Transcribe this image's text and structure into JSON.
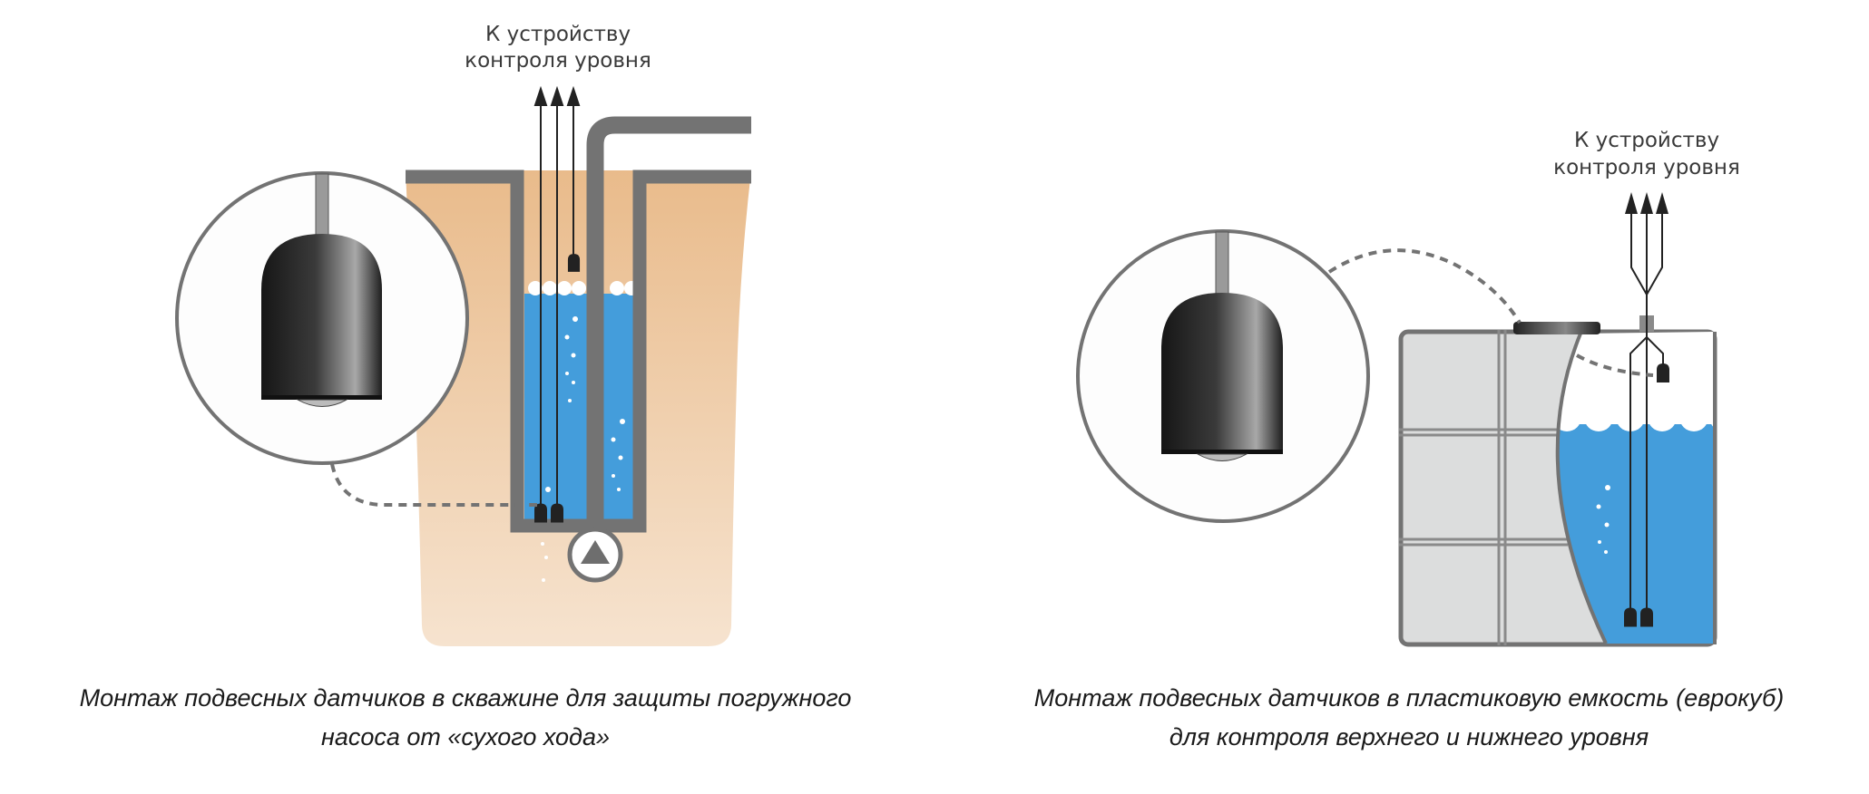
{
  "left_diagram": {
    "label_line1": "К устройству",
    "label_line2": "контроля уровня",
    "caption_line1": "Монтаж подвесных датчиков в скважине для защиты погружного",
    "caption_line2": "насоса от «сухого хода»"
  },
  "right_diagram": {
    "label_line1": "К устройству",
    "label_line2": "контроля уровня",
    "caption_line1": "Монтаж подвесных датчиков в пластиковую емкость (еврокуб)",
    "caption_line2": "для контроля верхнего и нижнего уровня"
  },
  "colors": {
    "water": "#449ddb",
    "wall": "#737373",
    "soil_top": "#e9bb8b",
    "soil_bottom": "#f6e3cf",
    "tank": "#dcdddd"
  }
}
